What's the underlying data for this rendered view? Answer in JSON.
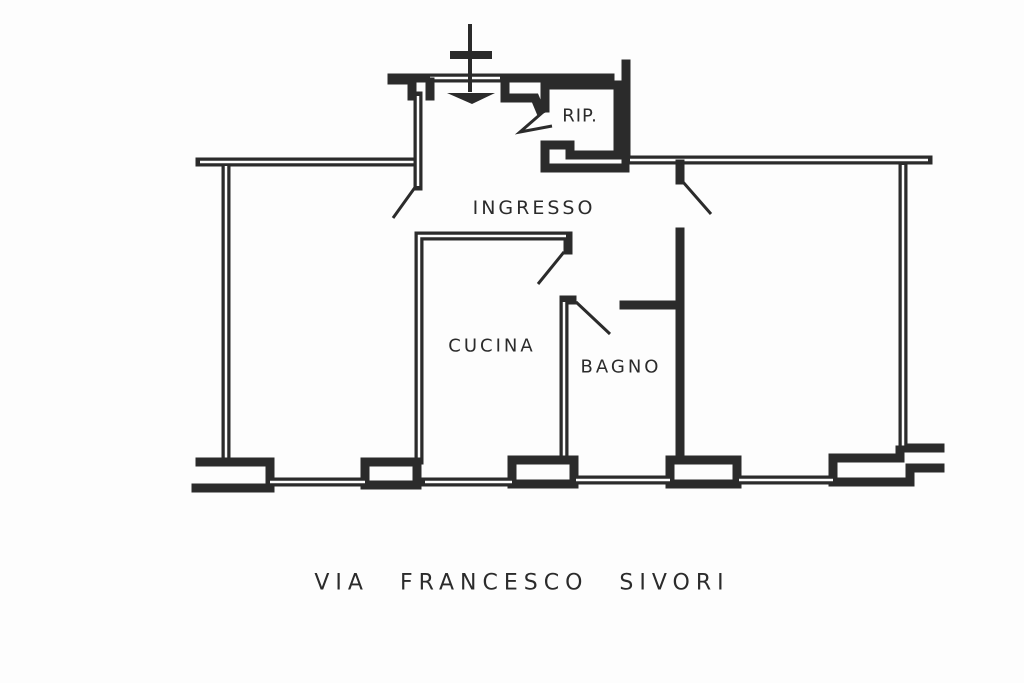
{
  "rooms": {
    "rip": "RIP.",
    "ingresso": "INGRESSO",
    "cucina": "CUCINA",
    "bagno": "BAGNO"
  },
  "street": "VIA FRANCESCO SIVORI",
  "colors": {
    "ink": "#2b2b2b",
    "paper": "#fdfdfd"
  }
}
